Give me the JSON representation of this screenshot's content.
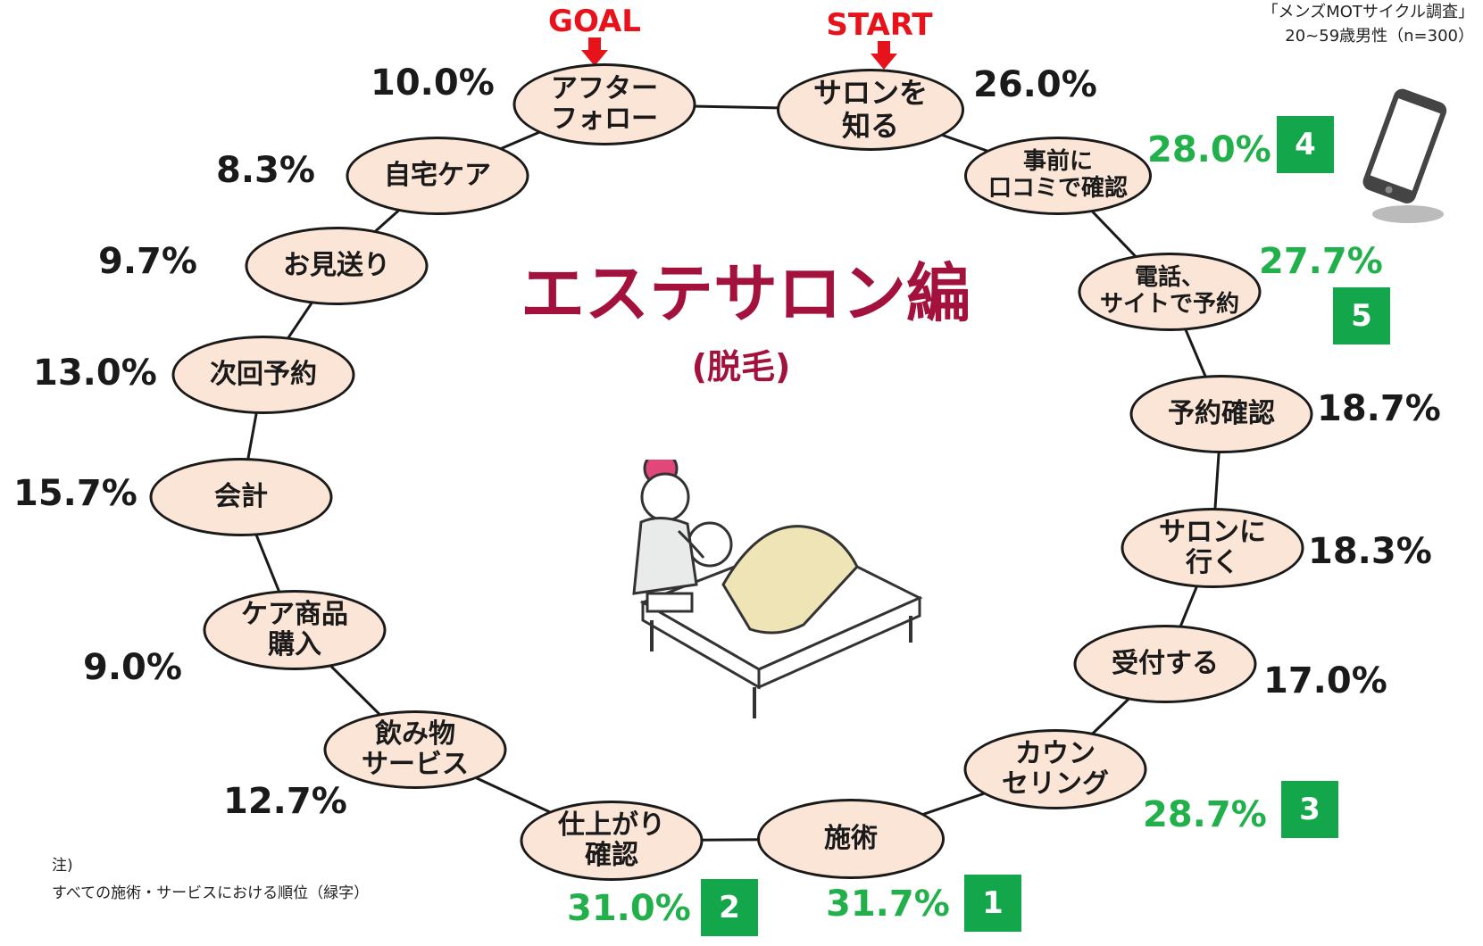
{
  "title": "エステサロン編",
  "subtitle": "(脱毛)",
  "source": {
    "line1": "「メンズMOTサイクル調査」",
    "line2": "20~59歳男性（n=300）"
  },
  "markers": {
    "goal": "GOAL",
    "start": "START"
  },
  "note": {
    "label": "注)",
    "text": "すべての施術・サービスにおける順位（緑字）"
  },
  "colors": {
    "title": "#a2123d",
    "node_fill": "#fbe5d6",
    "highlight": "#22b04b",
    "rank_box": "#13a64a",
    "marker": "#e8121b"
  },
  "icons": [
    "smartphone-icon",
    "esthetic-treatment-illustration",
    "down-arrow-icon"
  ],
  "steps": [
    {
      "label": "サロンを\n知る",
      "value": "26.0%",
      "rank": ""
    },
    {
      "label": "事前に\n口コミで確認",
      "value": "28.0%",
      "rank": "4"
    },
    {
      "label": "電話、\nサイトで予約",
      "value": "27.7%",
      "rank": "5"
    },
    {
      "label": "予約確認",
      "value": "18.7%",
      "rank": ""
    },
    {
      "label": "サロンに\n行く",
      "value": "18.3%",
      "rank": ""
    },
    {
      "label": "受付する",
      "value": "17.0%",
      "rank": ""
    },
    {
      "label": "カウン\nセリング",
      "value": "28.7%",
      "rank": "3"
    },
    {
      "label": "施術",
      "value": "31.7%",
      "rank": "1"
    },
    {
      "label": "仕上がり\n確認",
      "value": "31.0%",
      "rank": "2"
    },
    {
      "label": "飲み物\nサービス",
      "value": "12.7%",
      "rank": ""
    },
    {
      "label": "ケア商品\n購入",
      "value": "9.0%",
      "rank": ""
    },
    {
      "label": "会計",
      "value": "15.7%",
      "rank": ""
    },
    {
      "label": "次回予約",
      "value": "13.0%",
      "rank": ""
    },
    {
      "label": "お見送り",
      "value": "9.7%",
      "rank": ""
    },
    {
      "label": "自宅ケア",
      "value": "8.3%",
      "rank": ""
    },
    {
      "label": "アフター\nフォロー",
      "value": "10.0%",
      "rank": ""
    }
  ]
}
